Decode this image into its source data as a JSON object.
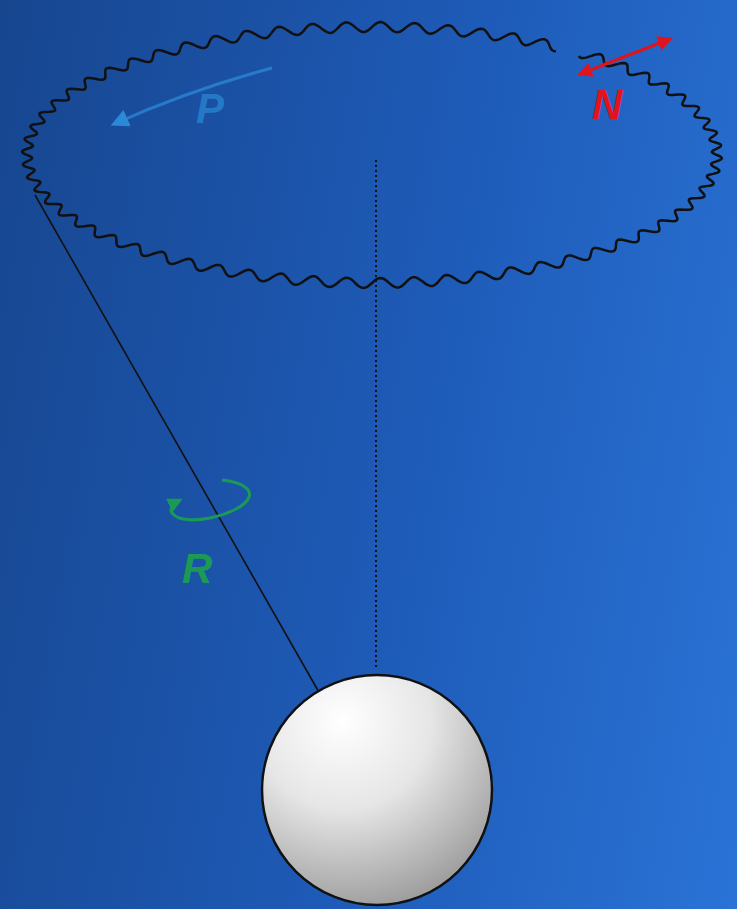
{
  "diagram": {
    "labels": [
      "P",
      "N",
      "R"
    ]
  }
}
